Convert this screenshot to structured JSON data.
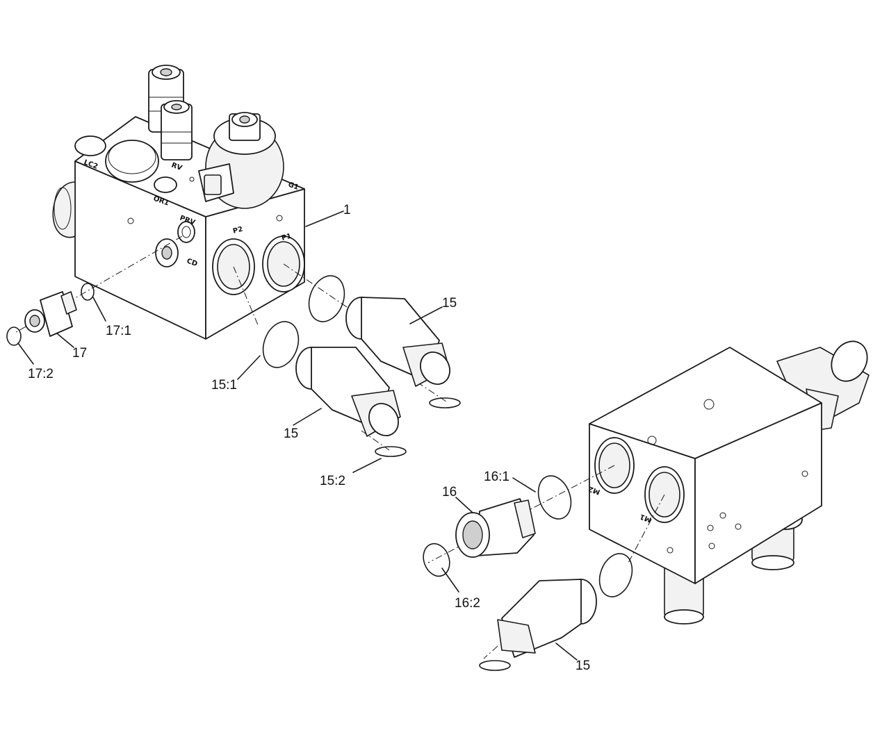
{
  "callouts": {
    "c1": "1",
    "c15a": "15",
    "c15b": "15",
    "c15c": "15",
    "c15_1": "15:1",
    "c15_2": "15:2",
    "c16": "16",
    "c16_1": "16:1",
    "c16_2": "16:2",
    "c17": "17",
    "c17_1": "17:1",
    "c17_2": "17:2"
  },
  "port_labels": {
    "lc2": "LC2",
    "rv": "RV",
    "or1": "OR1",
    "prv": "PRV",
    "cd": "CD",
    "p2": "P2",
    "p1": "P1",
    "g1": "G1",
    "m1": "M1",
    "m2": "M2"
  }
}
